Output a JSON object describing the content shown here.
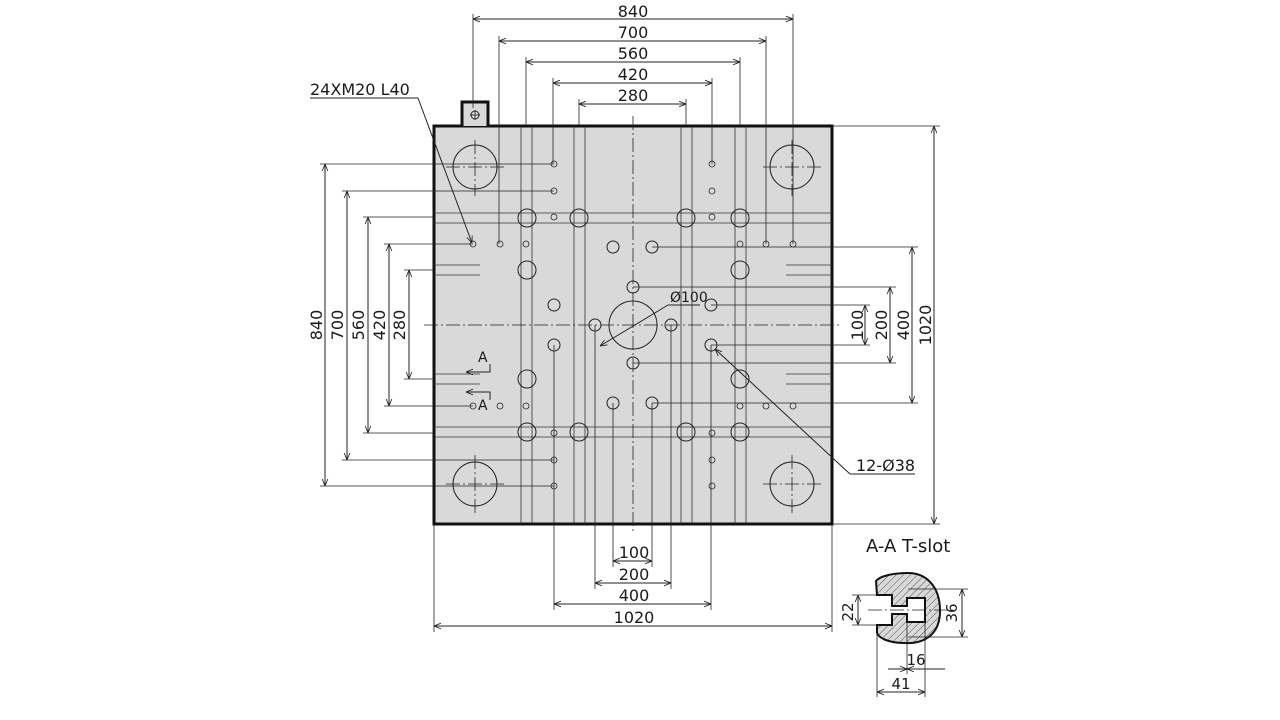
{
  "drawing": {
    "colors": {
      "plate": "#d9d9d9",
      "line": "#222222",
      "hatch": "#d9d9d9",
      "background": "#ffffff"
    },
    "top_dims": [
      "840",
      "700",
      "560",
      "420",
      "280"
    ],
    "left_dims": [
      "840",
      "700",
      "560",
      "420",
      "280"
    ],
    "right_dims": [
      "100",
      "200",
      "400",
      "1020"
    ],
    "bottom_dims": [
      "100",
      "200",
      "400",
      "1020"
    ],
    "callouts": {
      "thread_holes": "24XM20 L40",
      "center_hole": "Ø100",
      "ejector_holes": "12-Ø38",
      "section_marker": "A"
    },
    "tslot": {
      "title": "A-A T-slot",
      "dims": [
        "22",
        "36",
        "16",
        "41"
      ]
    }
  }
}
